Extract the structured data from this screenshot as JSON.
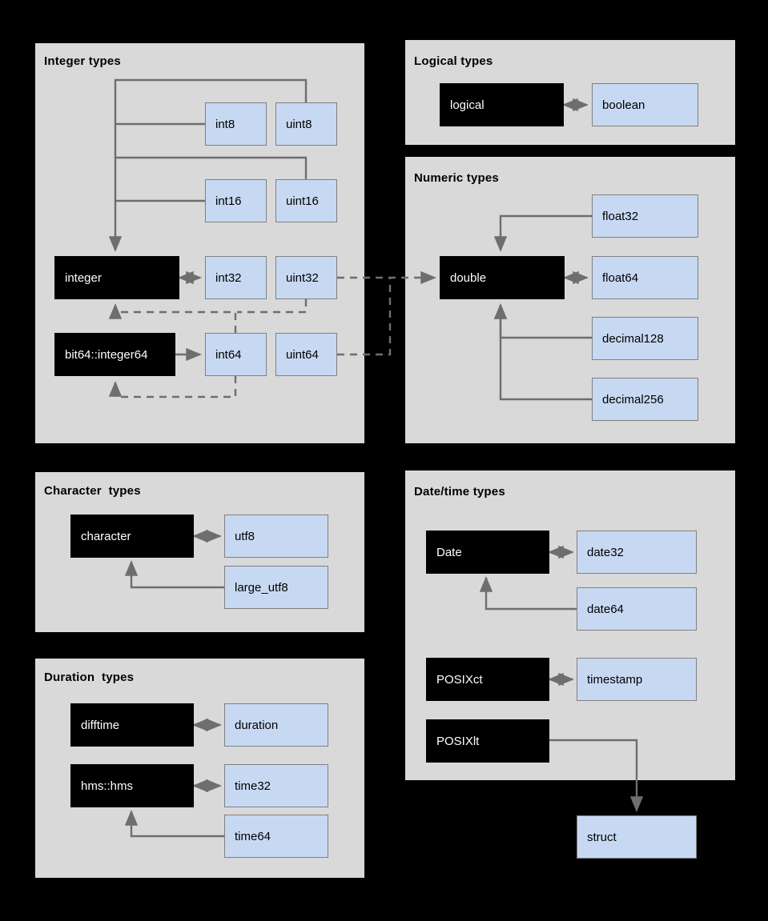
{
  "meta": {
    "background": "#000000",
    "panel_bg": "#d9d9d9",
    "blue_box": "#c7d9f2",
    "dark_box": "#000000",
    "line_color": "#6e6e6e",
    "border_color": "#808080"
  },
  "panels": [
    {
      "id": "integer",
      "title": "Integer types",
      "nodes": [
        {
          "id": "int8",
          "label": "int8",
          "kind": "blue"
        },
        {
          "id": "uint8",
          "label": "uint8",
          "kind": "blue"
        },
        {
          "id": "int16",
          "label": "int16",
          "kind": "blue"
        },
        {
          "id": "uint16",
          "label": "uint16",
          "kind": "blue"
        },
        {
          "id": "integer",
          "label": "integer",
          "kind": "dark"
        },
        {
          "id": "int32",
          "label": "int32",
          "kind": "blue"
        },
        {
          "id": "uint32",
          "label": "uint32",
          "kind": "blue"
        },
        {
          "id": "bit64",
          "label": "bit64::integer64",
          "kind": "dark"
        },
        {
          "id": "int64",
          "label": "int64",
          "kind": "blue"
        },
        {
          "id": "uint64",
          "label": "uint64",
          "kind": "blue"
        }
      ]
    },
    {
      "id": "logical",
      "title": "Logical types",
      "nodes": [
        {
          "id": "logical",
          "label": "logical",
          "kind": "dark"
        },
        {
          "id": "boolean",
          "label": "boolean",
          "kind": "blue"
        }
      ]
    },
    {
      "id": "numeric",
      "title": "Numeric types",
      "nodes": [
        {
          "id": "float32",
          "label": "float32",
          "kind": "blue"
        },
        {
          "id": "double",
          "label": "double",
          "kind": "dark"
        },
        {
          "id": "float64",
          "label": "float64",
          "kind": "blue"
        },
        {
          "id": "decimal128",
          "label": "decimal128",
          "kind": "blue"
        },
        {
          "id": "decimal256",
          "label": "decimal256",
          "kind": "blue"
        }
      ]
    },
    {
      "id": "character",
      "title": "Character  types",
      "nodes": [
        {
          "id": "character",
          "label": "character",
          "kind": "dark"
        },
        {
          "id": "utf8",
          "label": "utf8",
          "kind": "blue"
        },
        {
          "id": "large_utf8",
          "label": "large_utf8",
          "kind": "blue"
        }
      ]
    },
    {
      "id": "duration",
      "title": "Duration  types",
      "nodes": [
        {
          "id": "difftime",
          "label": "difftime",
          "kind": "dark"
        },
        {
          "id": "duration",
          "label": "duration",
          "kind": "blue"
        },
        {
          "id": "hmshms",
          "label": "hms::hms",
          "kind": "dark"
        },
        {
          "id": "time32",
          "label": "time32",
          "kind": "blue"
        },
        {
          "id": "time64",
          "label": "time64",
          "kind": "blue"
        }
      ]
    },
    {
      "id": "datetime",
      "title": "Date/time types",
      "nodes": [
        {
          "id": "Date",
          "label": "Date",
          "kind": "dark"
        },
        {
          "id": "date32",
          "label": "date32",
          "kind": "blue"
        },
        {
          "id": "date64",
          "label": "date64",
          "kind": "blue"
        },
        {
          "id": "POSIXct",
          "label": "POSIXct",
          "kind": "dark"
        },
        {
          "id": "timestamp",
          "label": "timestamp",
          "kind": "blue"
        },
        {
          "id": "POSIXlt",
          "label": "POSIXlt",
          "kind": "dark"
        }
      ]
    }
  ],
  "outside_nodes": [
    {
      "id": "struct",
      "label": "struct",
      "kind": "blue"
    }
  ],
  "edges": [
    {
      "from": "uint8",
      "to": "integer",
      "style": "solid",
      "arrow": "end"
    },
    {
      "from": "int8",
      "to": "integer",
      "style": "solid",
      "arrow": "end"
    },
    {
      "from": "uint16",
      "to": "integer",
      "style": "solid",
      "arrow": "end"
    },
    {
      "from": "int16",
      "to": "integer",
      "style": "solid",
      "arrow": "end"
    },
    {
      "from": "integer",
      "to": "int32",
      "style": "solid",
      "arrow": "both"
    },
    {
      "from": "bit64",
      "to": "int64",
      "style": "solid",
      "arrow": "end"
    },
    {
      "from": "int64",
      "to": "integer",
      "style": "dashed",
      "arrow": "end"
    },
    {
      "from": "int64",
      "to": "bit64",
      "style": "dashed",
      "arrow": "end"
    },
    {
      "from": "uint32",
      "to": "integer",
      "style": "dashed",
      "arrow": "end"
    },
    {
      "from": "uint32",
      "to": "double",
      "style": "dashed",
      "arrow": "end"
    },
    {
      "from": "uint64",
      "to": "double",
      "style": "dashed",
      "arrow": "end"
    },
    {
      "from": "logical",
      "to": "boolean",
      "style": "solid",
      "arrow": "both"
    },
    {
      "from": "float32",
      "to": "double",
      "style": "solid",
      "arrow": "end"
    },
    {
      "from": "double",
      "to": "float64",
      "style": "solid",
      "arrow": "both"
    },
    {
      "from": "decimal128",
      "to": "double",
      "style": "solid",
      "arrow": "end"
    },
    {
      "from": "decimal256",
      "to": "double",
      "style": "solid",
      "arrow": "end"
    },
    {
      "from": "character",
      "to": "utf8",
      "style": "solid",
      "arrow": "both"
    },
    {
      "from": "large_utf8",
      "to": "character",
      "style": "solid",
      "arrow": "end"
    },
    {
      "from": "difftime",
      "to": "duration",
      "style": "solid",
      "arrow": "both"
    },
    {
      "from": "hmshms",
      "to": "time32",
      "style": "solid",
      "arrow": "both"
    },
    {
      "from": "time64",
      "to": "hmshms",
      "style": "solid",
      "arrow": "end"
    },
    {
      "from": "Date",
      "to": "date32",
      "style": "solid",
      "arrow": "both"
    },
    {
      "from": "date64",
      "to": "Date",
      "style": "solid",
      "arrow": "end"
    },
    {
      "from": "POSIXct",
      "to": "timestamp",
      "style": "solid",
      "arrow": "both"
    },
    {
      "from": "POSIXlt",
      "to": "struct",
      "style": "solid",
      "arrow": "end"
    }
  ]
}
